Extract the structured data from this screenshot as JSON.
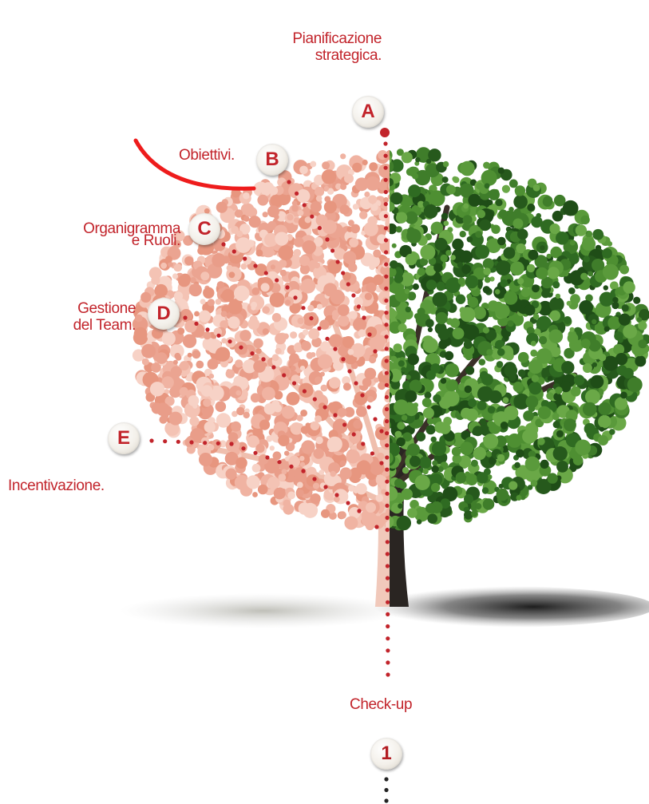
{
  "steps": [
    {
      "letter": "A",
      "text": [
        "Pianificazione",
        "strategica."
      ]
    },
    {
      "letter": "B",
      "text": [
        "Obiettivi."
      ]
    },
    {
      "letter": "C",
      "text": [
        "Organigramma",
        "e Ruoli."
      ]
    },
    {
      "letter": "D",
      "text": [
        "Gestione",
        "del Team."
      ]
    },
    {
      "letter": "E",
      "text": [
        "Incentivazione."
      ]
    }
  ],
  "checkup": {
    "number": "1",
    "text": "Check-up"
  },
  "colors": {
    "accent": "#c2242b",
    "faded_tree": "#eaa08e",
    "green_tree": "#3f7d2a",
    "highlight_arc": "#ee1c1c"
  }
}
